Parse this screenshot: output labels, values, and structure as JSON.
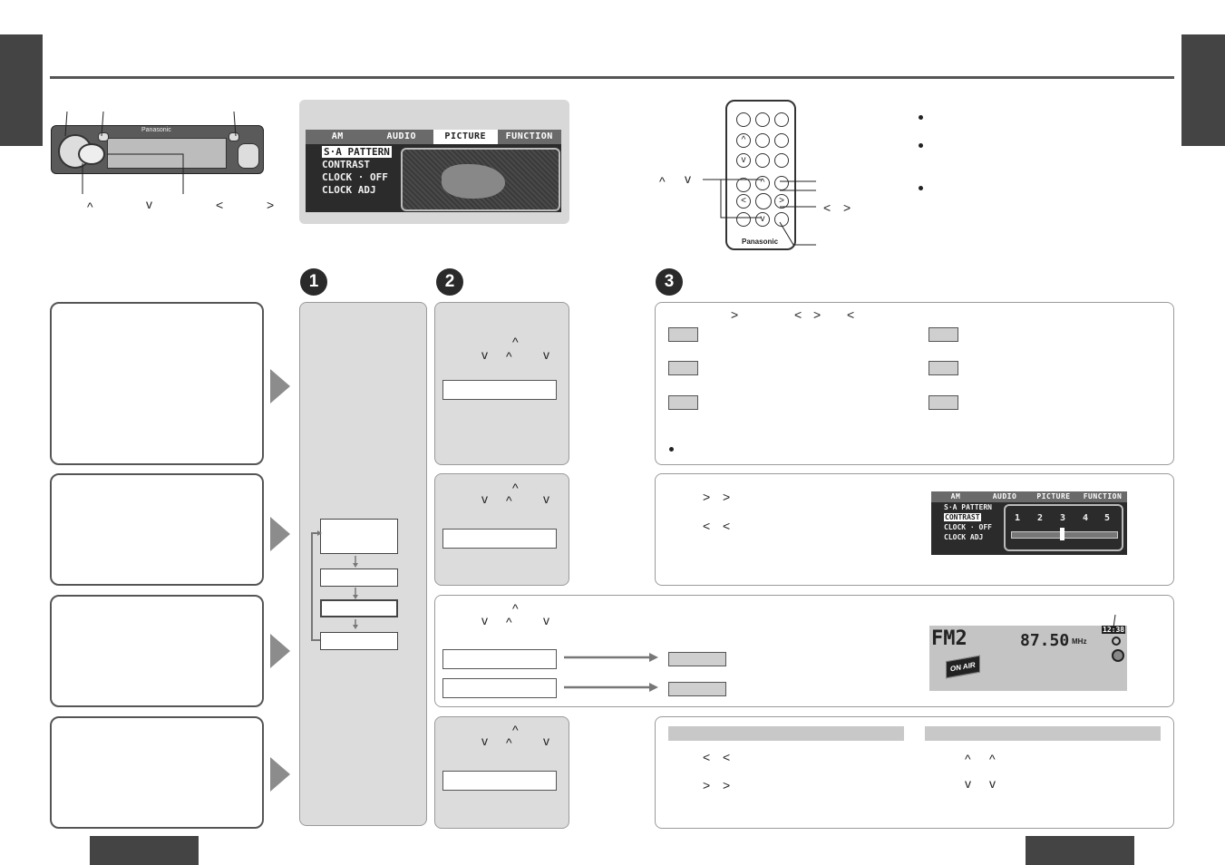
{
  "display_tabs": [
    "AM",
    "AUDIO",
    "PICTURE",
    "FUNCTION"
  ],
  "display_menu": [
    "S·A PATTERN",
    "CONTRAST",
    "CLOCK · OFF",
    "CLOCK ADJ"
  ],
  "level_numbers": [
    "1",
    "2",
    "3",
    "4",
    "5"
  ],
  "radio_display": {
    "band": "FM2",
    "frequency": "87.50",
    "unit": "MHz",
    "clock": "12:38",
    "badge": "ON AIR"
  },
  "remote_brand": "Panasonic",
  "unit_brand": "Panasonic",
  "steps": [
    "1",
    "2",
    "3"
  ],
  "glyphs": {
    "up": "^",
    "down": "v",
    "left": "<",
    "right": ">"
  }
}
